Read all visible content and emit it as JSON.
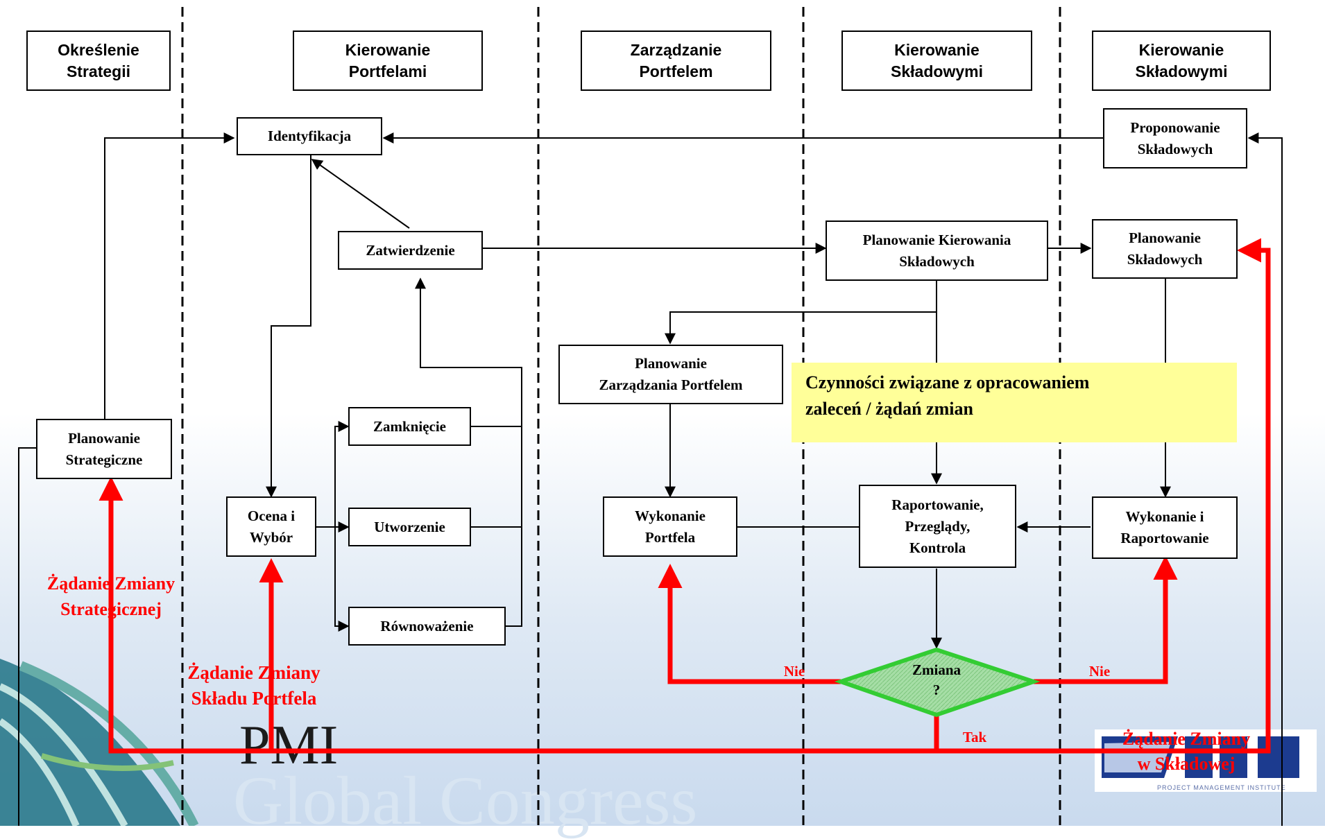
{
  "headers": {
    "col1": "Określenie\nStrategii",
    "col2": "Kierowanie\nPortfelami",
    "col3": "Zarządzanie\nPortfelem",
    "col4": "Kierowanie\nSkładowymi",
    "col5": "Kierowanie\nSkładowymi"
  },
  "nodes": {
    "identyfikacja": "Identyfikacja",
    "proponowanie": "Proponowanie\nSkładowych",
    "zatwierdzenie": "Zatwierdzenie",
    "planowanie_kierowania": "Planowanie Kierowania\nSkładowych",
    "planowanie_skladowych": "Planowanie\nSkładowych",
    "planowanie_zarzadzania": "Planowanie\nZarządzania Portfelem",
    "zamkniecie": "Zamknięcie",
    "planowanie_strategiczne": "Planowanie\nStrategiczne",
    "ocena": "Ocena i\nWybór",
    "utworzenie": "Utworzenie",
    "wykonanie_portfela": "Wykonanie\nPortfela",
    "raportowanie": "Raportowanie,\nPrzeglądy,\nKontrola",
    "wykonanie_raportowanie": "Wykonanie i\nRaportowanie",
    "rownowazenie": "Równoważenie",
    "zmiana": "Zmiana\n?"
  },
  "note": "Czynności związane z opracowaniem\nzaleceń / żądań zmian",
  "labels": {
    "zadanie_strategicznej": "Żądanie Zmiany\nStrategicznej",
    "zadanie_skladu": "Żądanie Zmiany\nSkładu Portfela",
    "zadanie_w_skladowej": "Żądanie Zmiany\nw Składowej",
    "nie_left": "Nie",
    "nie_right": "Nie",
    "tak": "Tak"
  },
  "logos": {
    "pmi": "PMI",
    "global_congress": "Global Congress",
    "pmi_badge_sub": "PROJECT MANAGEMENT INSTITUTE"
  },
  "colors": {
    "flow_red": "#ff0000",
    "note_yellow": "#ffff99",
    "diamond_green": "#33cc33",
    "lines": "#000000"
  }
}
